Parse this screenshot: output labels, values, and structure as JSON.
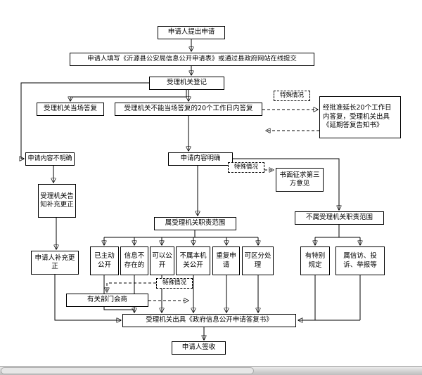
{
  "diagram": {
    "type": "flowchart",
    "line_color": "#000000",
    "background": "#ffffff"
  },
  "nodes": {
    "submit": {
      "label": "申请人提出申请"
    },
    "fill_form": {
      "label": "申请人填写《沂源县公安局信息公开申请表》或通过县政府网站在线提交"
    },
    "register": {
      "label": "受理机关登记"
    },
    "onsite_reply": {
      "label": "受理机关当场答复"
    },
    "reply_20_days": {
      "label": "受理机关不能当场答复的20个工作日内答复"
    },
    "special_case_1": {
      "label": "特殊情况"
    },
    "extension": {
      "label": "经批准延长20个工作日内答复，受理机关出具《延期答复告知书》"
    },
    "content_unclear": {
      "label": "申请内容不明确"
    },
    "content_clear": {
      "label": "申请内容明确"
    },
    "special_case_2": {
      "label": "特殊情况"
    },
    "third_party": {
      "label": "书面征求第三方意见"
    },
    "notify_supplement": {
      "label": "受理机关告知补充更正"
    },
    "applicant_supplement": {
      "label": "申请人补充更正"
    },
    "within_scope": {
      "label": "属受理机关职责范围"
    },
    "outside_scope": {
      "label": "不属受理机关职责范围"
    },
    "already_public": {
      "label": "已主动公开"
    },
    "info_not_exist": {
      "label": "信息不存在的"
    },
    "can_disclose": {
      "label": "可以公开"
    },
    "not_this_authority": {
      "label": "不属本机关公开"
    },
    "repeat_request": {
      "label": "重复申请"
    },
    "separable": {
      "label": "可区分处理"
    },
    "special_provisions": {
      "label": "有特别规定"
    },
    "petition": {
      "label": "属信访、投诉、举报等"
    },
    "special_case_3": {
      "label": "特殊情况"
    },
    "consultation": {
      "label": "有关部门会商"
    },
    "issue_reply": {
      "label": "受理机关出具《政府信息公开申请答复书》"
    },
    "sign_receipt": {
      "label": "申请人签收"
    }
  }
}
